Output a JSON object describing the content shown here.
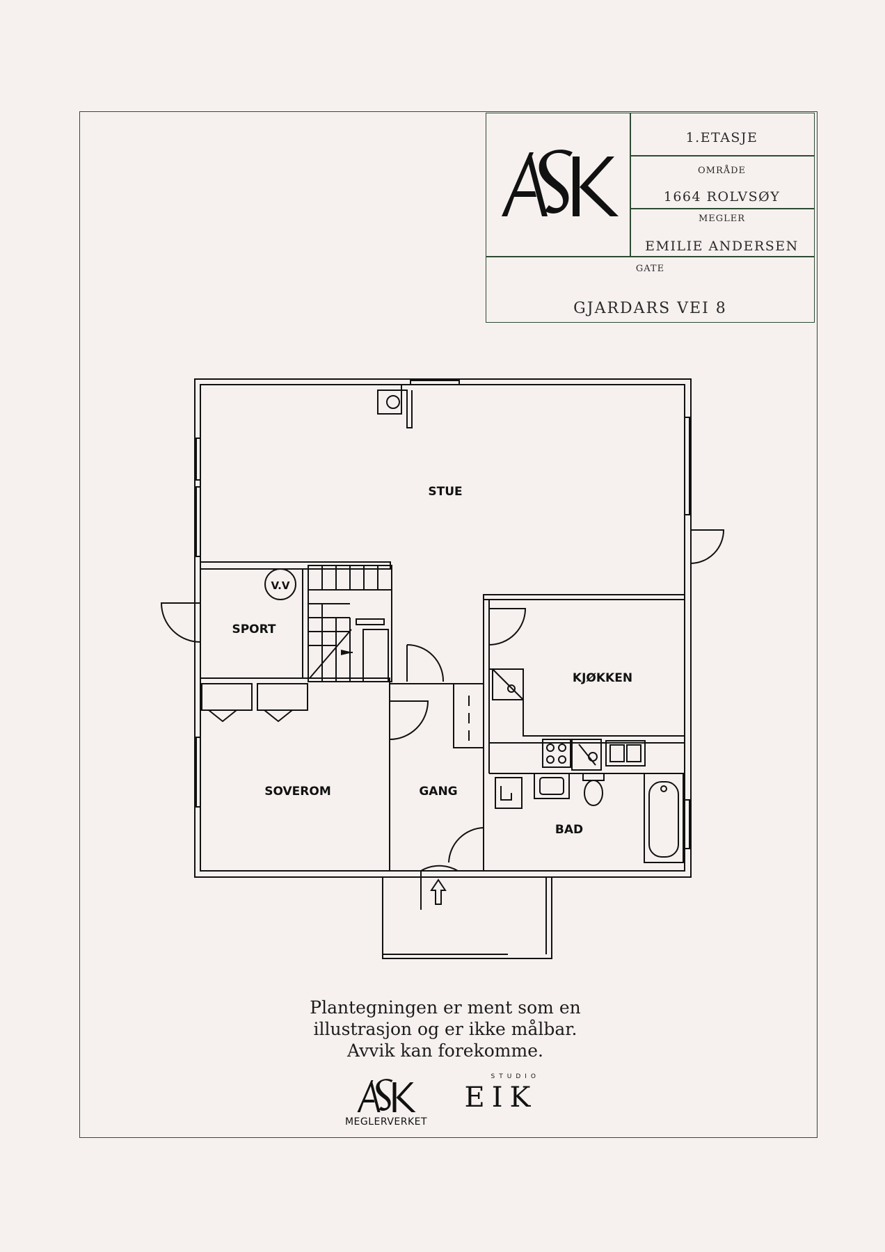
{
  "titleblock": {
    "logo": "ASK",
    "floor": "1.ETASJE",
    "area_label": "OMRÅDE",
    "area_value": "1664 ROLVSØY",
    "agent_label": "MEGLER",
    "agent_value": "EMILIE ANDERSEN",
    "street_label": "GATE",
    "street_value": "GJARDARS VEI 8"
  },
  "rooms": {
    "stue": "STUE",
    "sport": "SPORT",
    "vv": "V.V",
    "kjokken": "KJØKKEN",
    "soverom": "SOVEROM",
    "gang": "GANG",
    "bad": "BAD"
  },
  "disclaimer": {
    "line1": "Plantegningen er ment som en",
    "line2": "illustrasjon og er ikke målbar.",
    "line3": "Avvik kan forekomme."
  },
  "footer": {
    "ask_logo": "ASK",
    "ask_sub": "MEGLERVERKET",
    "studio_label": "STUDIO",
    "eik_logo": "EIK"
  },
  "colors": {
    "background": "#f6f1ef",
    "frame": "#2c4a32",
    "lines": "#111111"
  }
}
